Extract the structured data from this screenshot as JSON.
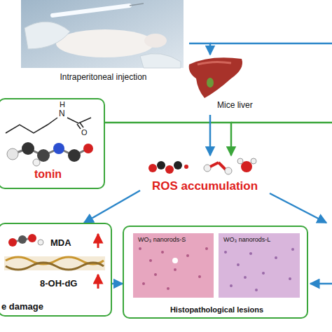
{
  "diagram": {
    "nodes": [
      {
        "text": [
          "Intraperitoneal injection"
        ]
      },
      {
        "text": [
          "Mice liver"
        ]
      },
      {
        "text": [
          "tonin"
        ]
      },
      {
        "text": [
          "ROS accumulation"
        ]
      },
      {
        "text": [
          "MDA",
          "8-OH-dG",
          "e damage"
        ]
      },
      {
        "text": [
          "WO₃ nanorods-S",
          "WO₃ nanorods-L",
          "Histopathological lesions"
        ]
      }
    ],
    "edges": [
      {
        "from": 0,
        "to": 1,
        "arrow": "to"
      },
      {
        "from": 2,
        "to": 3,
        "arrow": "to"
      },
      {
        "from": 1,
        "to": 3,
        "arrow": "to"
      },
      {
        "from": 3,
        "to": 4,
        "arrow": "to"
      },
      {
        "from": 4,
        "to": 5,
        "arrow": "to"
      }
    ],
    "labels": [
      "H",
      "N",
      "O"
    ]
  }
}
